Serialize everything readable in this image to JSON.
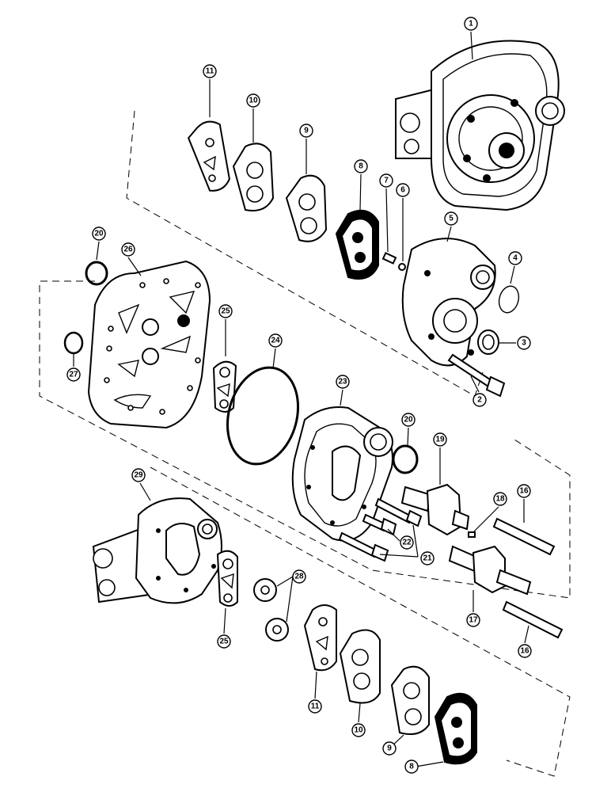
{
  "callouts": [
    {
      "id": "c1",
      "label": "1"
    },
    {
      "id": "c11a",
      "label": "11"
    },
    {
      "id": "c10a",
      "label": "10"
    },
    {
      "id": "c9a",
      "label": "9"
    },
    {
      "id": "c8a",
      "label": "8"
    },
    {
      "id": "c7",
      "label": "7"
    },
    {
      "id": "c6",
      "label": "6"
    },
    {
      "id": "c5",
      "label": "5"
    },
    {
      "id": "c4",
      "label": "4"
    },
    {
      "id": "c3",
      "label": "3"
    },
    {
      "id": "c2",
      "label": "2"
    },
    {
      "id": "c20a",
      "label": "20"
    },
    {
      "id": "c26",
      "label": "26"
    },
    {
      "id": "c27",
      "label": "27"
    },
    {
      "id": "c25a",
      "label": "25"
    },
    {
      "id": "c24",
      "label": "24"
    },
    {
      "id": "c23",
      "label": "23"
    },
    {
      "id": "c20b",
      "label": "20"
    },
    {
      "id": "c19",
      "label": "19"
    },
    {
      "id": "c18",
      "label": "18"
    },
    {
      "id": "c16a",
      "label": "16"
    },
    {
      "id": "c22",
      "label": "22"
    },
    {
      "id": "c21",
      "label": "21"
    },
    {
      "id": "c29",
      "label": "29"
    },
    {
      "id": "c28",
      "label": "28"
    },
    {
      "id": "c25b",
      "label": "25"
    },
    {
      "id": "c17",
      "label": "17"
    },
    {
      "id": "c16b",
      "label": "16"
    },
    {
      "id": "c11b",
      "label": "11"
    },
    {
      "id": "c10b",
      "label": "10"
    },
    {
      "id": "c9b",
      "label": "9"
    },
    {
      "id": "c8b",
      "label": "8"
    }
  ]
}
